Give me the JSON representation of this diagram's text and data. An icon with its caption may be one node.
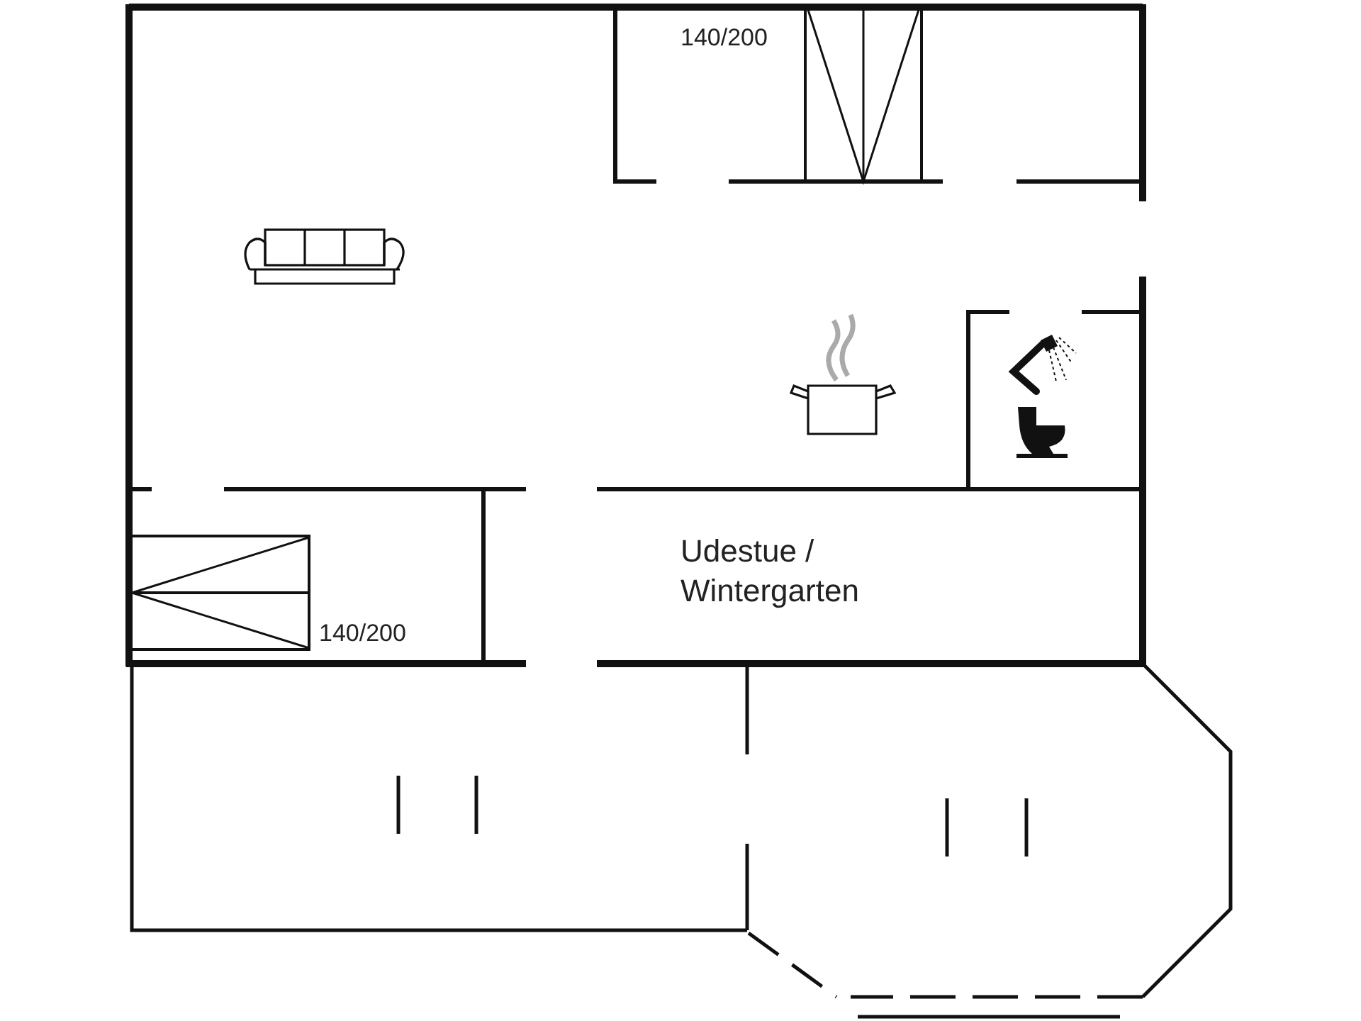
{
  "diagram": {
    "labels": [
      "140/200",
      "Udestue / Wintergarten",
      "140/200"
    ]
  }
}
